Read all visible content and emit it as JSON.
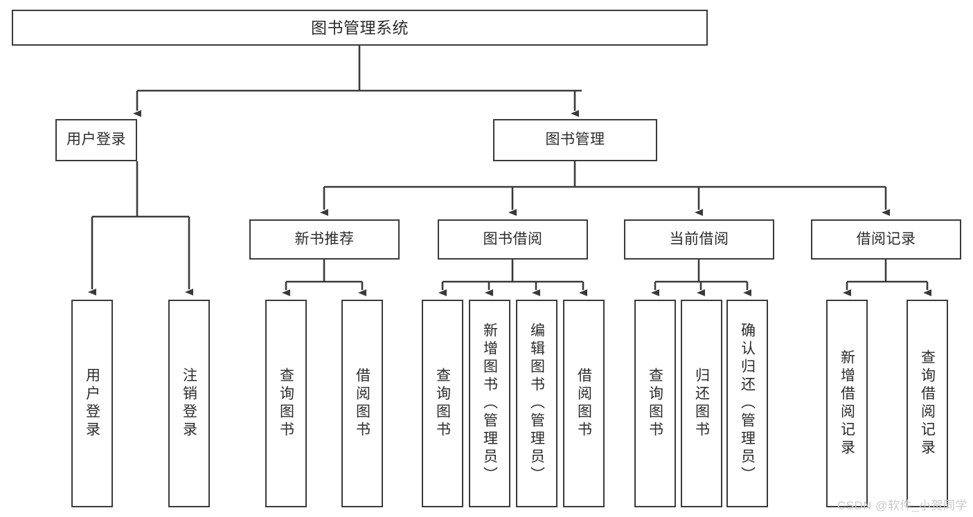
{
  "diagram": {
    "title": "图书管理系统",
    "type": "tree",
    "theme": {
      "box_border": "#3a3a3a",
      "box_fill": "#ffffff",
      "text": "#2b2b2b",
      "connector": "#3a3a3a",
      "background": "#ffffff",
      "watermark": "#c9c9c9"
    },
    "root": {
      "label": "图书管理系统"
    },
    "level1": [
      {
        "label": "用户登录"
      },
      {
        "label": "图书管理"
      }
    ],
    "level2": [
      {
        "label": "新书推荐"
      },
      {
        "label": "图书借阅"
      },
      {
        "label": "当前借阅"
      },
      {
        "label": "借阅记录"
      }
    ],
    "leaves": {
      "user_login": [
        {
          "label": "用户登录"
        },
        {
          "label": "注销登录"
        }
      ],
      "new_book": [
        {
          "label": "查询图书"
        },
        {
          "label": "借阅图书"
        }
      ],
      "borrow_book": [
        {
          "label": "查询图书"
        },
        {
          "label": "新增图书（管理员）"
        },
        {
          "label": "编辑图书（管理员）"
        },
        {
          "label": "借阅图书"
        }
      ],
      "current_borrow": [
        {
          "label": "查询图书"
        },
        {
          "label": "归还图书"
        },
        {
          "label": "确认归还（管理员）"
        }
      ],
      "borrow_record": [
        {
          "label": "新增借阅记录"
        },
        {
          "label": "查询借阅记录"
        }
      ]
    }
  },
  "watermark": {
    "text": "CSDN @软件_小贺同学"
  }
}
